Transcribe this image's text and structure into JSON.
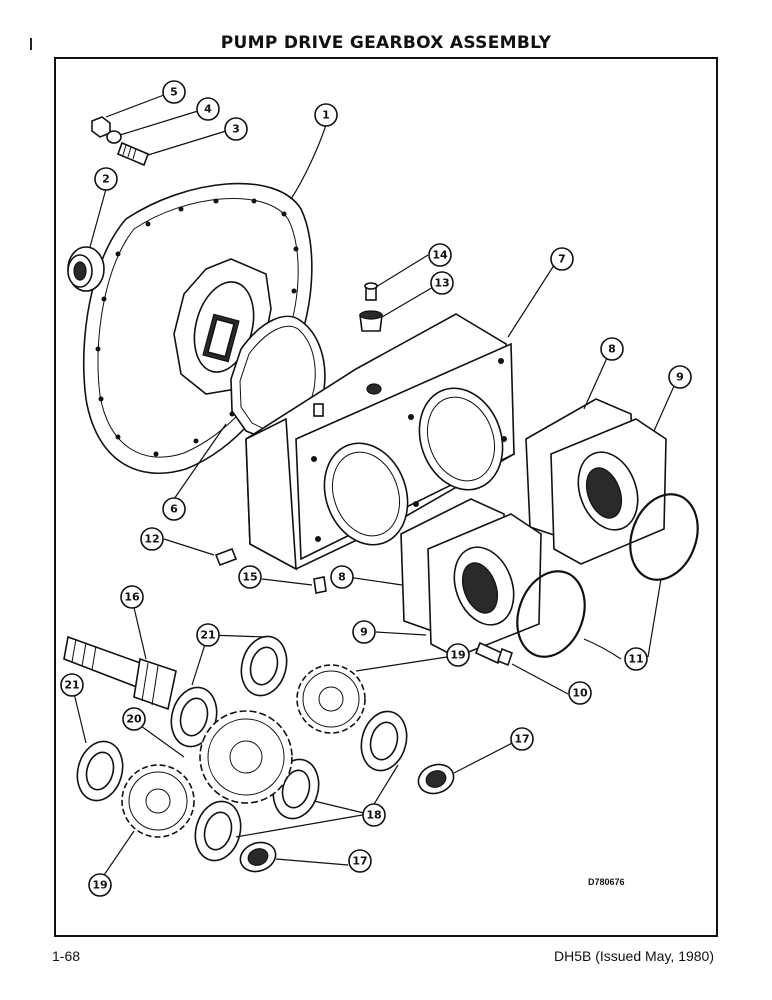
{
  "page": {
    "title": "PUMP DRIVE GEARBOX ASSEMBLY",
    "drawing_code": "D780676",
    "page_number": "1-68",
    "publication": "DH5B (Issued May, 1980)"
  },
  "callouts": [
    "1",
    "2",
    "3",
    "4",
    "5",
    "6",
    "7",
    "8",
    "8",
    "9",
    "9",
    "10",
    "11",
    "12",
    "13",
    "14",
    "15",
    "16",
    "17",
    "17",
    "18",
    "19",
    "19",
    "20",
    "21",
    "21"
  ]
}
